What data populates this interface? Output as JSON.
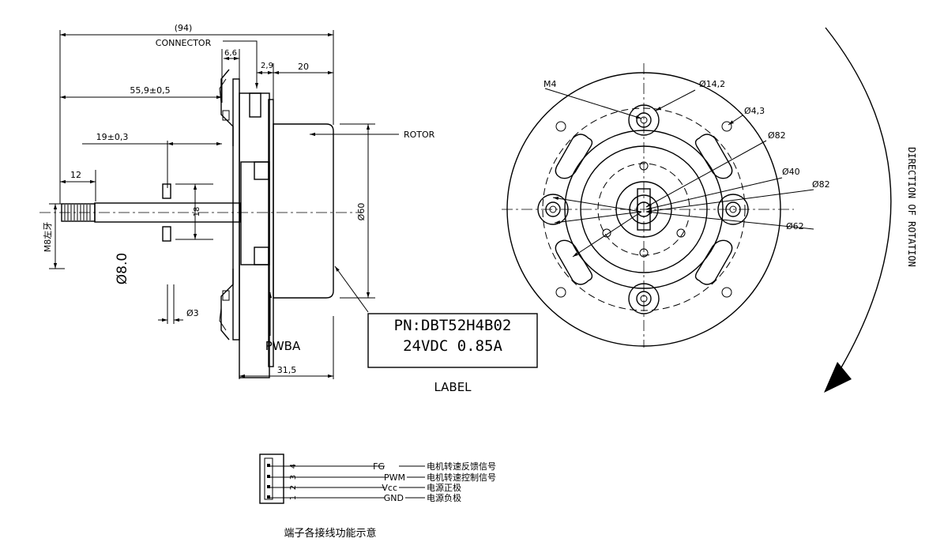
{
  "side_view": {
    "dim_overall": "(94)",
    "connector_label": "CONNECTOR",
    "dim_6_6": "6,6",
    "dim_2_9": "2,9",
    "dim_20": "20",
    "dim_55_9": "55,9±0,5",
    "dim_19": "19±0,3",
    "dim_12": "12",
    "rotor_label": "ROTOR",
    "dim_18": "18",
    "dim_60": "Ø60",
    "thread_label": "M8左牙",
    "shaft_dia": "Ø8.0",
    "dim_3": "Ø3",
    "pwba_label": "PWBA",
    "dim_31_5": "31,5"
  },
  "label_box": {
    "line1": "PN:DBT52H4B02",
    "line2": "24VDC  0.85A",
    "caption": "LABEL"
  },
  "front_view": {
    "m4": "M4",
    "d14_2": "Ø14,2",
    "d4_3": "Ø4,3",
    "d82_a": "Ø82",
    "d40": "Ø40",
    "d82_b": "Ø82",
    "d62": "Ø62"
  },
  "rotation_text": "DIRECTION OF ROTATION",
  "connector_pins": {
    "pins": [
      {
        "num": "4",
        "name": "FG",
        "desc": "电机转速反馈信号"
      },
      {
        "num": "3",
        "name": "PWM",
        "desc": "电机转速控制信号"
      },
      {
        "num": "2",
        "name": "Vcc",
        "desc": "电源正极"
      },
      {
        "num": "1",
        "name": "GND",
        "desc": "电源负极"
      }
    ],
    "caption": "端子各接线功能示意"
  }
}
